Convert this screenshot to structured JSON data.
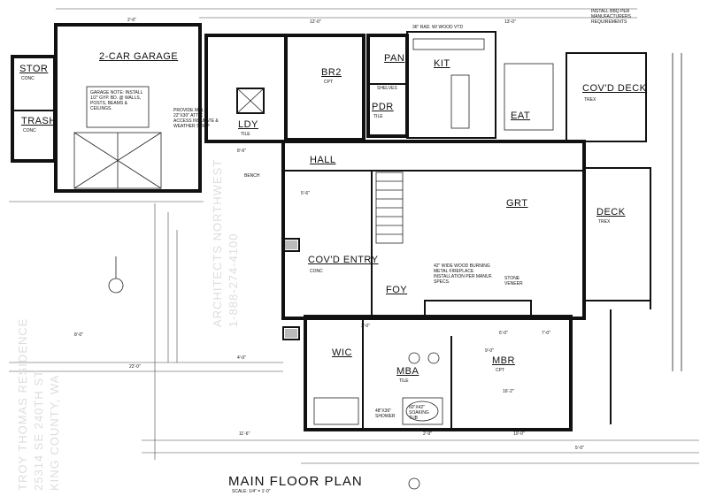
{
  "plan": {
    "title": "MAIN FLOOR PLAN",
    "scale": "SCALE: 1/4\" = 1'-0\"",
    "rooms": [
      {
        "name": "2-CAR GARAGE",
        "sub": "CONC"
      },
      {
        "name": "STOR",
        "sub": "CONC"
      },
      {
        "name": "TRASH",
        "sub": "CONC"
      },
      {
        "name": "BR2",
        "sub": "CPT"
      },
      {
        "name": "PAN",
        "sub": ""
      },
      {
        "name": "KIT",
        "sub": ""
      },
      {
        "name": "PDR",
        "sub": "TILE"
      },
      {
        "name": "LDY",
        "sub": "TILE"
      },
      {
        "name": "EAT",
        "sub": ""
      },
      {
        "name": "COV'D DECK",
        "sub": "TREX"
      },
      {
        "name": "HALL",
        "sub": ""
      },
      {
        "name": "GRT",
        "sub": ""
      },
      {
        "name": "DECK",
        "sub": "TREX"
      },
      {
        "name": "COV'D ENTRY",
        "sub": "CONC"
      },
      {
        "name": "FOY",
        "sub": ""
      },
      {
        "name": "WIC",
        "sub": ""
      },
      {
        "name": "MBA",
        "sub": "TILE"
      },
      {
        "name": "MBR",
        "sub": "CPT"
      }
    ],
    "notes": {
      "garage_note": "GARAGE NOTE: INSTALL 1/2\" GYP. BD. @ WALLS, POSTS, BEAMS & CEILINGS.",
      "attic_note": "PROVIDE MIN. 22\"X30\" ATTIC ACCESS INSULATE & WEATHER STRIP",
      "bbq_note": "INSTALL BBQ PER MANUFACTURERS REQUIREMENTS",
      "fireplace_note": "42\" WIDE WOOD BURNING METAL FIREPLACE INSTALLATION PER MANUF. SPECS.",
      "stone": "STONE VENEER",
      "shelves": "SHELVES",
      "hood": "36\" RAD. W/ WOOD VTD",
      "shower": "48\"X36\" SHOWER",
      "tub": "60\"X42\" SOAKING TUB",
      "bench": "BENCH"
    },
    "dims": [
      "2'-6\"",
      "12'-0\"",
      "13'-0\"",
      "5'-6\"",
      "8'-6\"",
      "9'-0\"",
      "16'-2\"",
      "4'-0\"",
      "22'-0\"",
      "8'-0\"",
      "3'-0\"",
      "6'-0\"",
      "7'-0\"",
      "10'-0\"",
      "11'-6\"",
      "2'-9\"",
      "5'-0\""
    ],
    "watermarks": [
      "TROY THOMAS RESIDENCE",
      "25314 SE 240TH ST",
      "KING COUNTY, WA",
      "ARCHITECTS NORTHWEST",
      "1-888-274-4100"
    ]
  }
}
